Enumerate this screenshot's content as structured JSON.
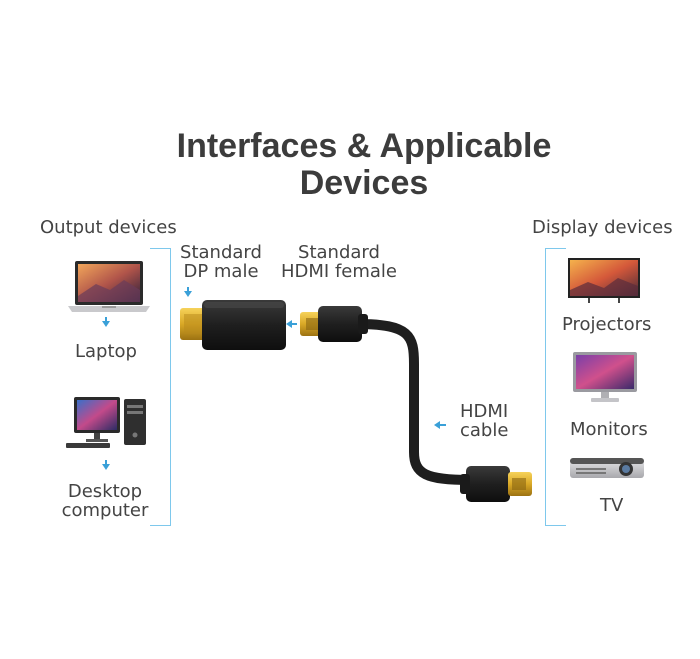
{
  "title": {
    "line1": "Interfaces & Applicable",
    "line2": "Devices"
  },
  "output": {
    "heading": "Output devices",
    "laptop_label": "Laptop",
    "desktop_line1": "Desktop",
    "desktop_line2": "computer"
  },
  "display": {
    "heading": "Display devices",
    "projectors_label": "Projectors",
    "monitors_label": "Monitors",
    "tv_label": "TV"
  },
  "connectors": {
    "dp_line1": "Standard",
    "dp_line2": "DP male",
    "hdmi_line1": "Standard",
    "hdmi_line2": "HDMI female",
    "cable_line1": "HDMI",
    "cable_line2": "cable"
  },
  "icons": {
    "laptop": "laptop-icon",
    "desktop": "desktop-computer-icon",
    "tv": "tv-icon",
    "monitor": "monitor-icon",
    "projector": "projector-icon"
  },
  "colors": {
    "accent": "#3aa0d8",
    "bracket": "#7ec8ec",
    "gold": "#d9a826",
    "cable": "#1e1e1e"
  }
}
